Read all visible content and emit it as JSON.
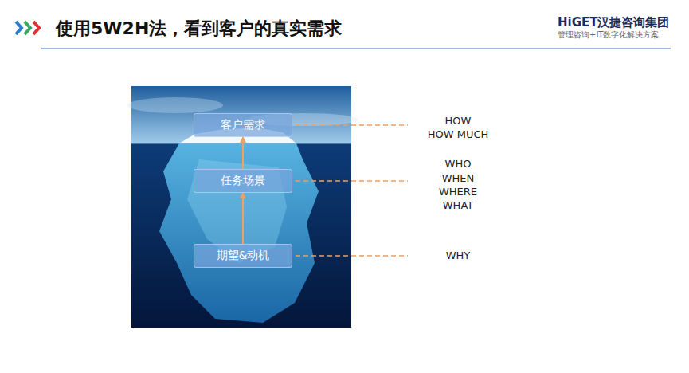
{
  "diagram": {
    "title": "使用5W2H法，看到客户的真实需求",
    "nodes": [
      {
        "text": [
          "客户需求"
        ]
      },
      {
        "text": [
          "任务场景"
        ]
      },
      {
        "text": [
          "期望&动机"
        ]
      }
    ],
    "edges": [
      {
        "from": 2,
        "to": 1,
        "arrow": "to"
      },
      {
        "from": 1,
        "to": 0,
        "arrow": "to"
      }
    ],
    "labels": [
      "HiGET汉捷咨询集团",
      "管理咨询+IT数字化解决方案",
      "HOW",
      "HOW MUCH",
      "WHO",
      "WHEN",
      "WHERE",
      "WHAT",
      "WHY"
    ]
  }
}
